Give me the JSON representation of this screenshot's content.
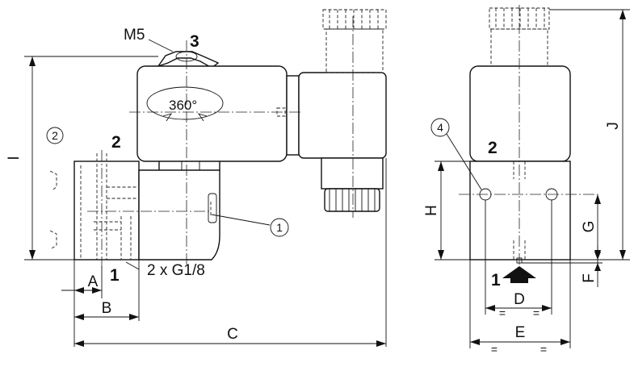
{
  "labels": {
    "thread": "M5",
    "port_3": "3",
    "rotation": "360°",
    "port_2_side": "2",
    "port_2_front": "2",
    "port_1_side": "1",
    "port_1_front": "1",
    "ports": "2 x G1/8",
    "callout_1": "1",
    "callout_2": "2",
    "callout_4": "4"
  },
  "dimensions": {
    "A": "A",
    "B": "B",
    "C": "C",
    "D": "D",
    "E": "E",
    "F": "F",
    "G": "G",
    "H": "H",
    "I": "I",
    "J": "J"
  },
  "equal_marks": {
    "d_left": "=",
    "d_right": "=",
    "e_left": "=",
    "e_right": "="
  }
}
